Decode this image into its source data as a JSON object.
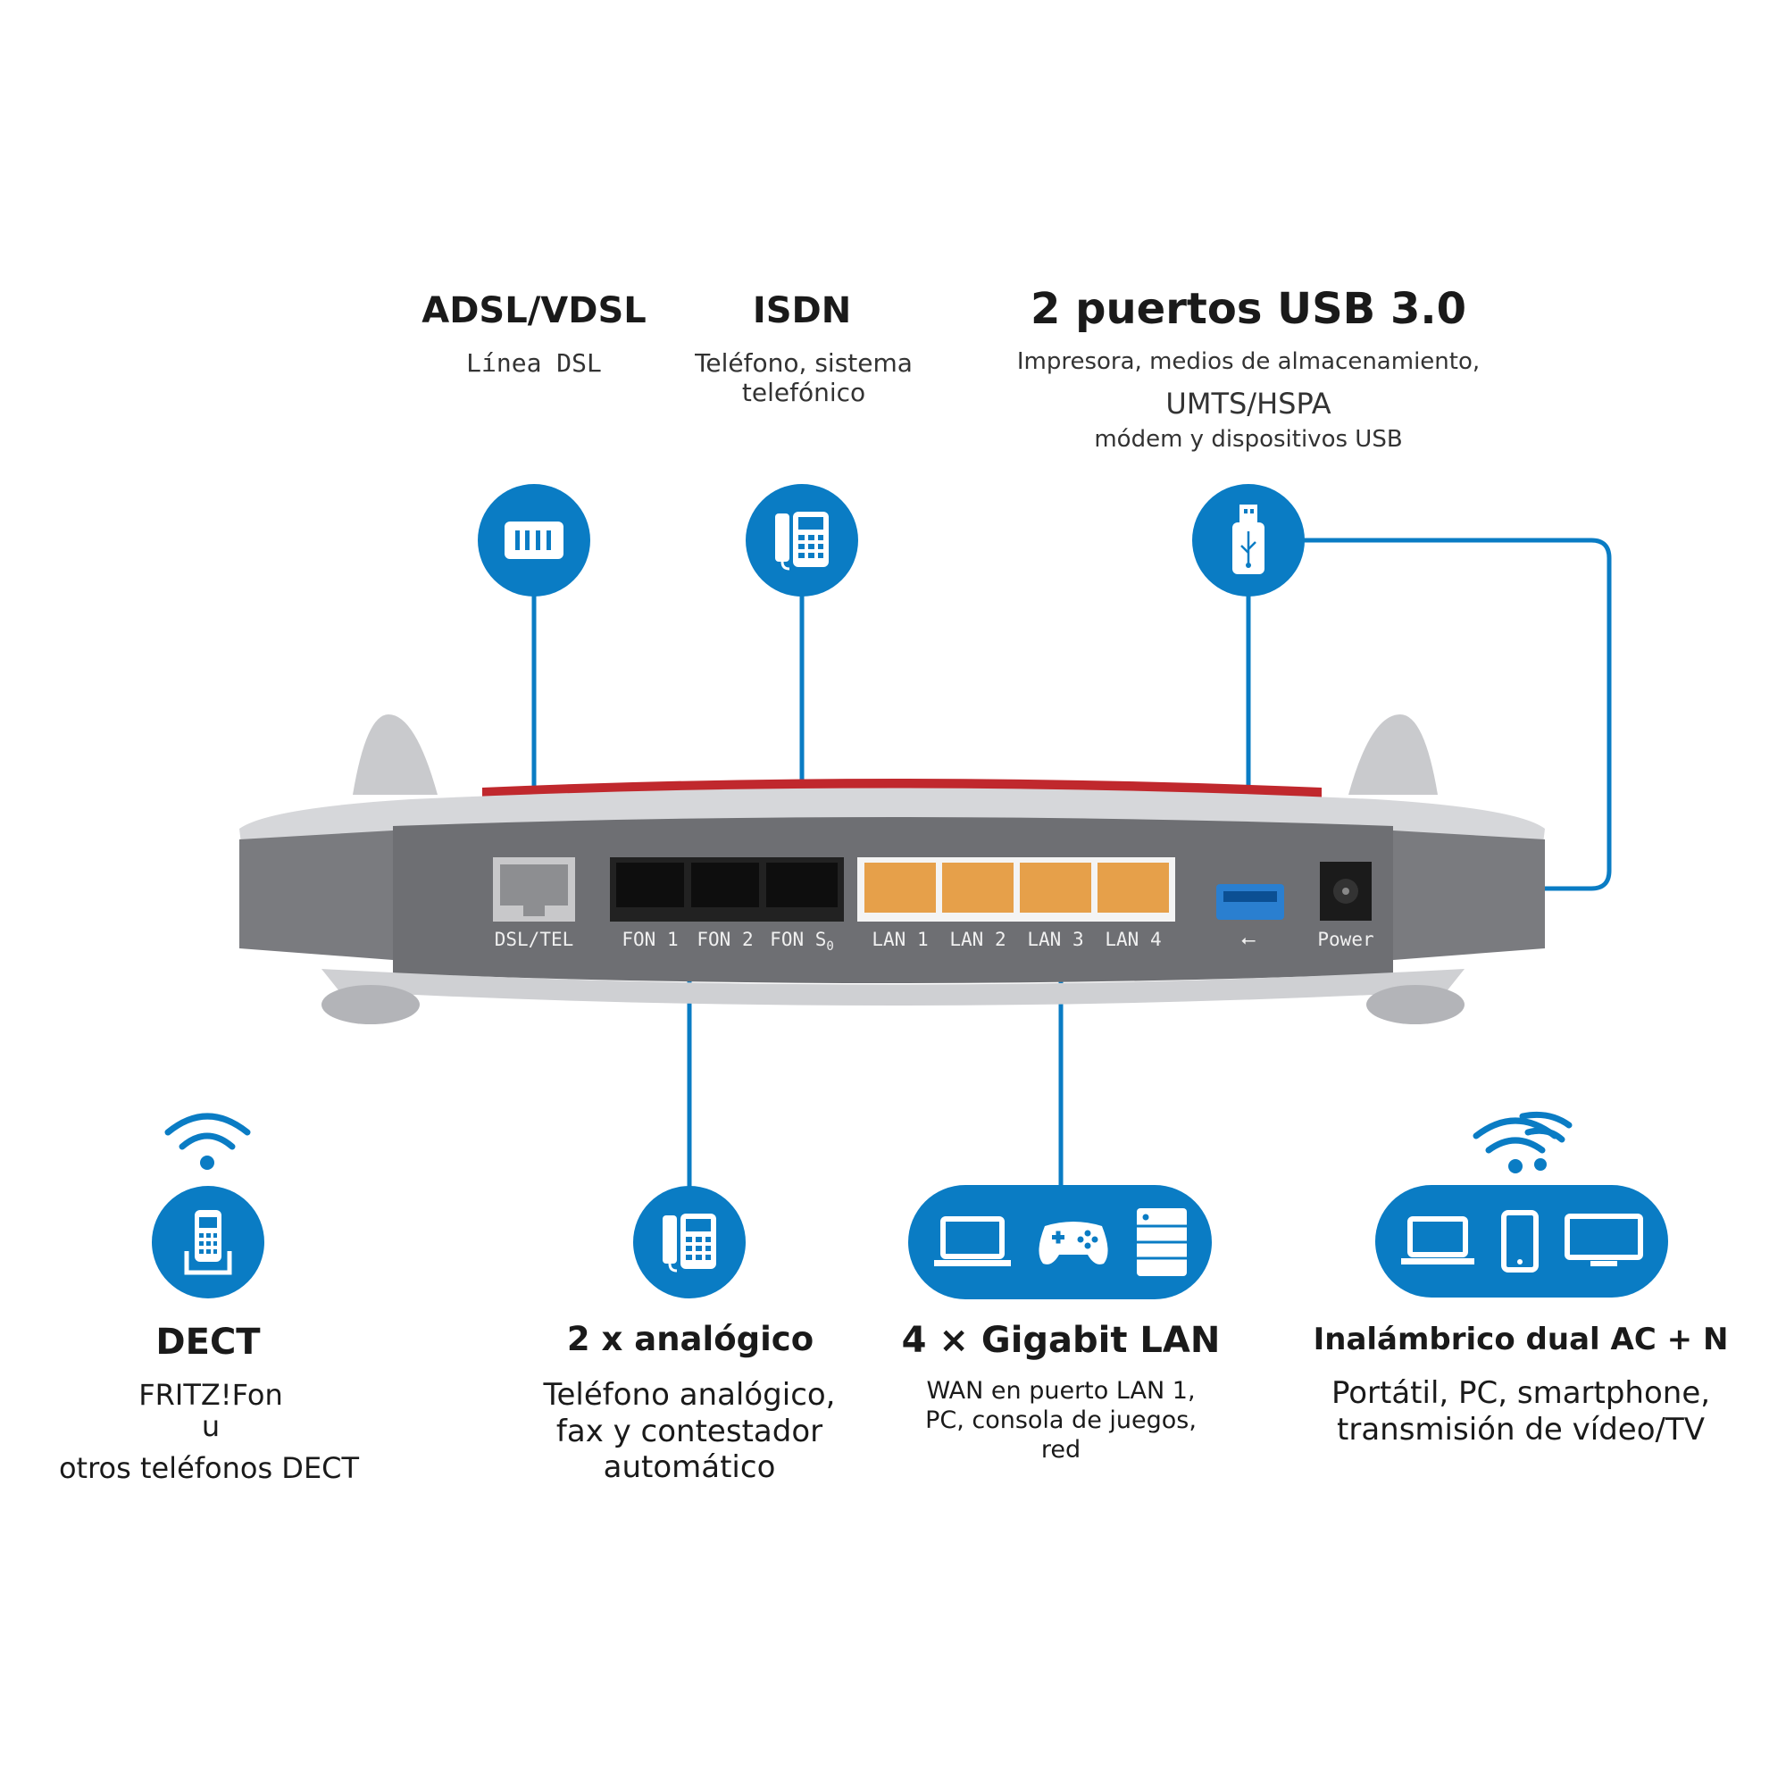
{
  "colors": {
    "accent": "#0a7cc4",
    "router_body": "#6e6f73",
    "router_shell": "#d8d9dc",
    "router_red": "#c0282d",
    "lan_port": "#e6a04a"
  },
  "top": {
    "dsl": {
      "title": "ADSL/VDSL",
      "desc": "Línea DSL",
      "icon": "dsl-port-icon"
    },
    "isdn": {
      "title": "ISDN",
      "desc_line1": "Teléfono, sistema",
      "desc_line2": "telefónico",
      "icon": "desk-phone-icon"
    },
    "usb": {
      "title": "2 puertos USB 3.0",
      "desc_line1": "Impresora, medios de almacenamiento,",
      "desc_line2": "UMTS/HSPA",
      "desc_line3": "módem y dispositivos USB",
      "icon": "usb-stick-icon"
    }
  },
  "router": {
    "ports": {
      "dsl_tel": "DSL/TEL",
      "fon1": "FON 1",
      "fon2": "FON 2",
      "fon_s0": "FON S",
      "fon_s0_sub": "0",
      "lan1": "LAN 1",
      "lan2": "LAN 2",
      "lan3": "LAN 3",
      "lan4": "LAN 4",
      "usb_symbol": "⭠",
      "power": "Power"
    }
  },
  "bottom": {
    "dect": {
      "title": "DECT",
      "line1": "FRITZ!Fon",
      "line2": "u",
      "line3": "otros teléfonos DECT",
      "icon": "cordless-phone-icon"
    },
    "analog": {
      "title": "2 x analógico",
      "line1": "Teléfono analógico,",
      "line2": "fax y contestador",
      "line3": "automático",
      "icon": "desk-phone-icon"
    },
    "lan": {
      "title": "4 × Gigabit LAN",
      "line1": "WAN en puerto LAN 1,",
      "line2": "PC, consola de juegos,",
      "line3": "red",
      "icons": [
        "laptop-icon",
        "gamepad-icon",
        "server-icon"
      ]
    },
    "wifi": {
      "title": "Inalámbrico dual AC + N",
      "line1": "Portátil, PC, smartphone,",
      "line2": "transmisión de vídeo/TV",
      "icons": [
        "laptop-icon",
        "smartphone-icon",
        "tv-icon"
      ]
    }
  }
}
